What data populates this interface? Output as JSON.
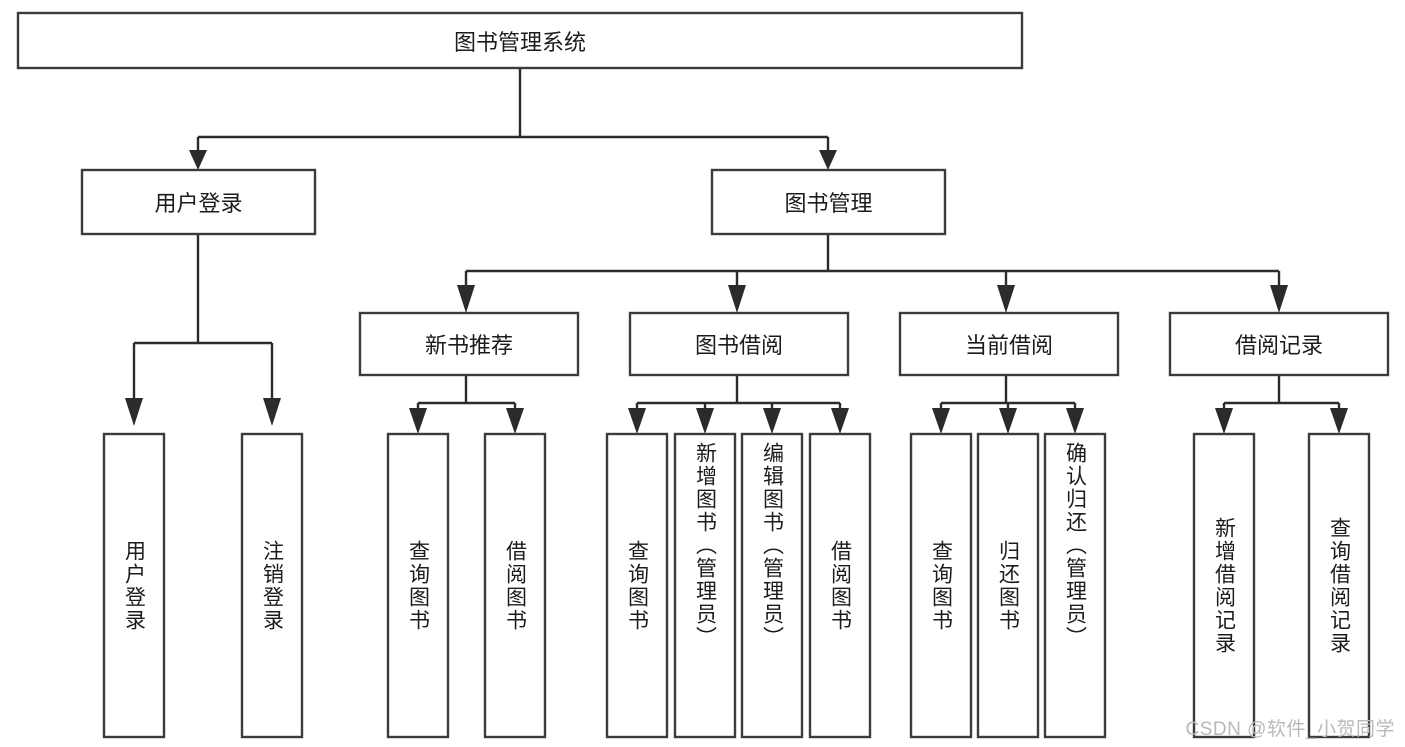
{
  "diagram": {
    "type": "hierarchy-tree",
    "title": "图书管理系统",
    "orientation": "top-down",
    "watermark": "CSDN @软件_小贺同学",
    "colors": {
      "box_fill": "#ffffff",
      "box_stroke": "#3b3b3b",
      "connector": "#2b2b2b",
      "text": "#1c1c1c",
      "watermark": "#b9b9b9",
      "background": "#ffffff"
    },
    "levels": {
      "root": "图书管理系统",
      "level2": [
        "用户登录",
        "图书管理"
      ],
      "level3": [
        "新书推荐",
        "图书借阅",
        "当前借阅",
        "借阅记录"
      ]
    },
    "nodes": {
      "root": {
        "label": "图书管理系统"
      },
      "user_login": {
        "label": "用户登录"
      },
      "book_manage": {
        "label": "图书管理"
      },
      "new_book_rec": {
        "label": "新书推荐"
      },
      "book_borrow": {
        "label": "图书借阅"
      },
      "current_borrow": {
        "label": "当前借阅"
      },
      "borrow_record": {
        "label": "借阅记录"
      },
      "leaf_user_login": {
        "label": "用户登录"
      },
      "leaf_logout": {
        "label": "注销登录"
      },
      "leaf_query_book_1": {
        "label": "查询图书"
      },
      "leaf_borrow_book_1": {
        "label": "借阅图书"
      },
      "leaf_query_book_2": {
        "label": "查询图书"
      },
      "leaf_add_book_admin": {
        "label": "新增图书（管理员）"
      },
      "leaf_edit_book_admin": {
        "label": "编辑图书（管理员）"
      },
      "leaf_borrow_book_2": {
        "label": "借阅图书"
      },
      "leaf_query_book_3": {
        "label": "查询图书"
      },
      "leaf_return_book": {
        "label": "归还图书"
      },
      "leaf_confirm_return_admin": {
        "label": "确认归还（管理员）"
      },
      "leaf_add_borrow_record": {
        "label": "新增借阅记录"
      },
      "leaf_query_borrow_record": {
        "label": "查询借阅记录"
      }
    },
    "edges": [
      {
        "from": "root",
        "to": "user_login"
      },
      {
        "from": "root",
        "to": "book_manage"
      },
      {
        "from": "user_login",
        "to": "leaf_user_login"
      },
      {
        "from": "user_login",
        "to": "leaf_logout"
      },
      {
        "from": "book_manage",
        "to": "new_book_rec"
      },
      {
        "from": "book_manage",
        "to": "book_borrow"
      },
      {
        "from": "book_manage",
        "to": "current_borrow"
      },
      {
        "from": "book_manage",
        "to": "borrow_record"
      },
      {
        "from": "new_book_rec",
        "to": "leaf_query_book_1"
      },
      {
        "from": "new_book_rec",
        "to": "leaf_borrow_book_1"
      },
      {
        "from": "book_borrow",
        "to": "leaf_query_book_2"
      },
      {
        "from": "book_borrow",
        "to": "leaf_add_book_admin"
      },
      {
        "from": "book_borrow",
        "to": "leaf_edit_book_admin"
      },
      {
        "from": "book_borrow",
        "to": "leaf_borrow_book_2"
      },
      {
        "from": "current_borrow",
        "to": "leaf_query_book_3"
      },
      {
        "from": "current_borrow",
        "to": "leaf_return_book"
      },
      {
        "from": "current_borrow",
        "to": "leaf_confirm_return_admin"
      },
      {
        "from": "borrow_record",
        "to": "leaf_add_borrow_record"
      },
      {
        "from": "borrow_record",
        "to": "leaf_query_borrow_record"
      }
    ]
  }
}
